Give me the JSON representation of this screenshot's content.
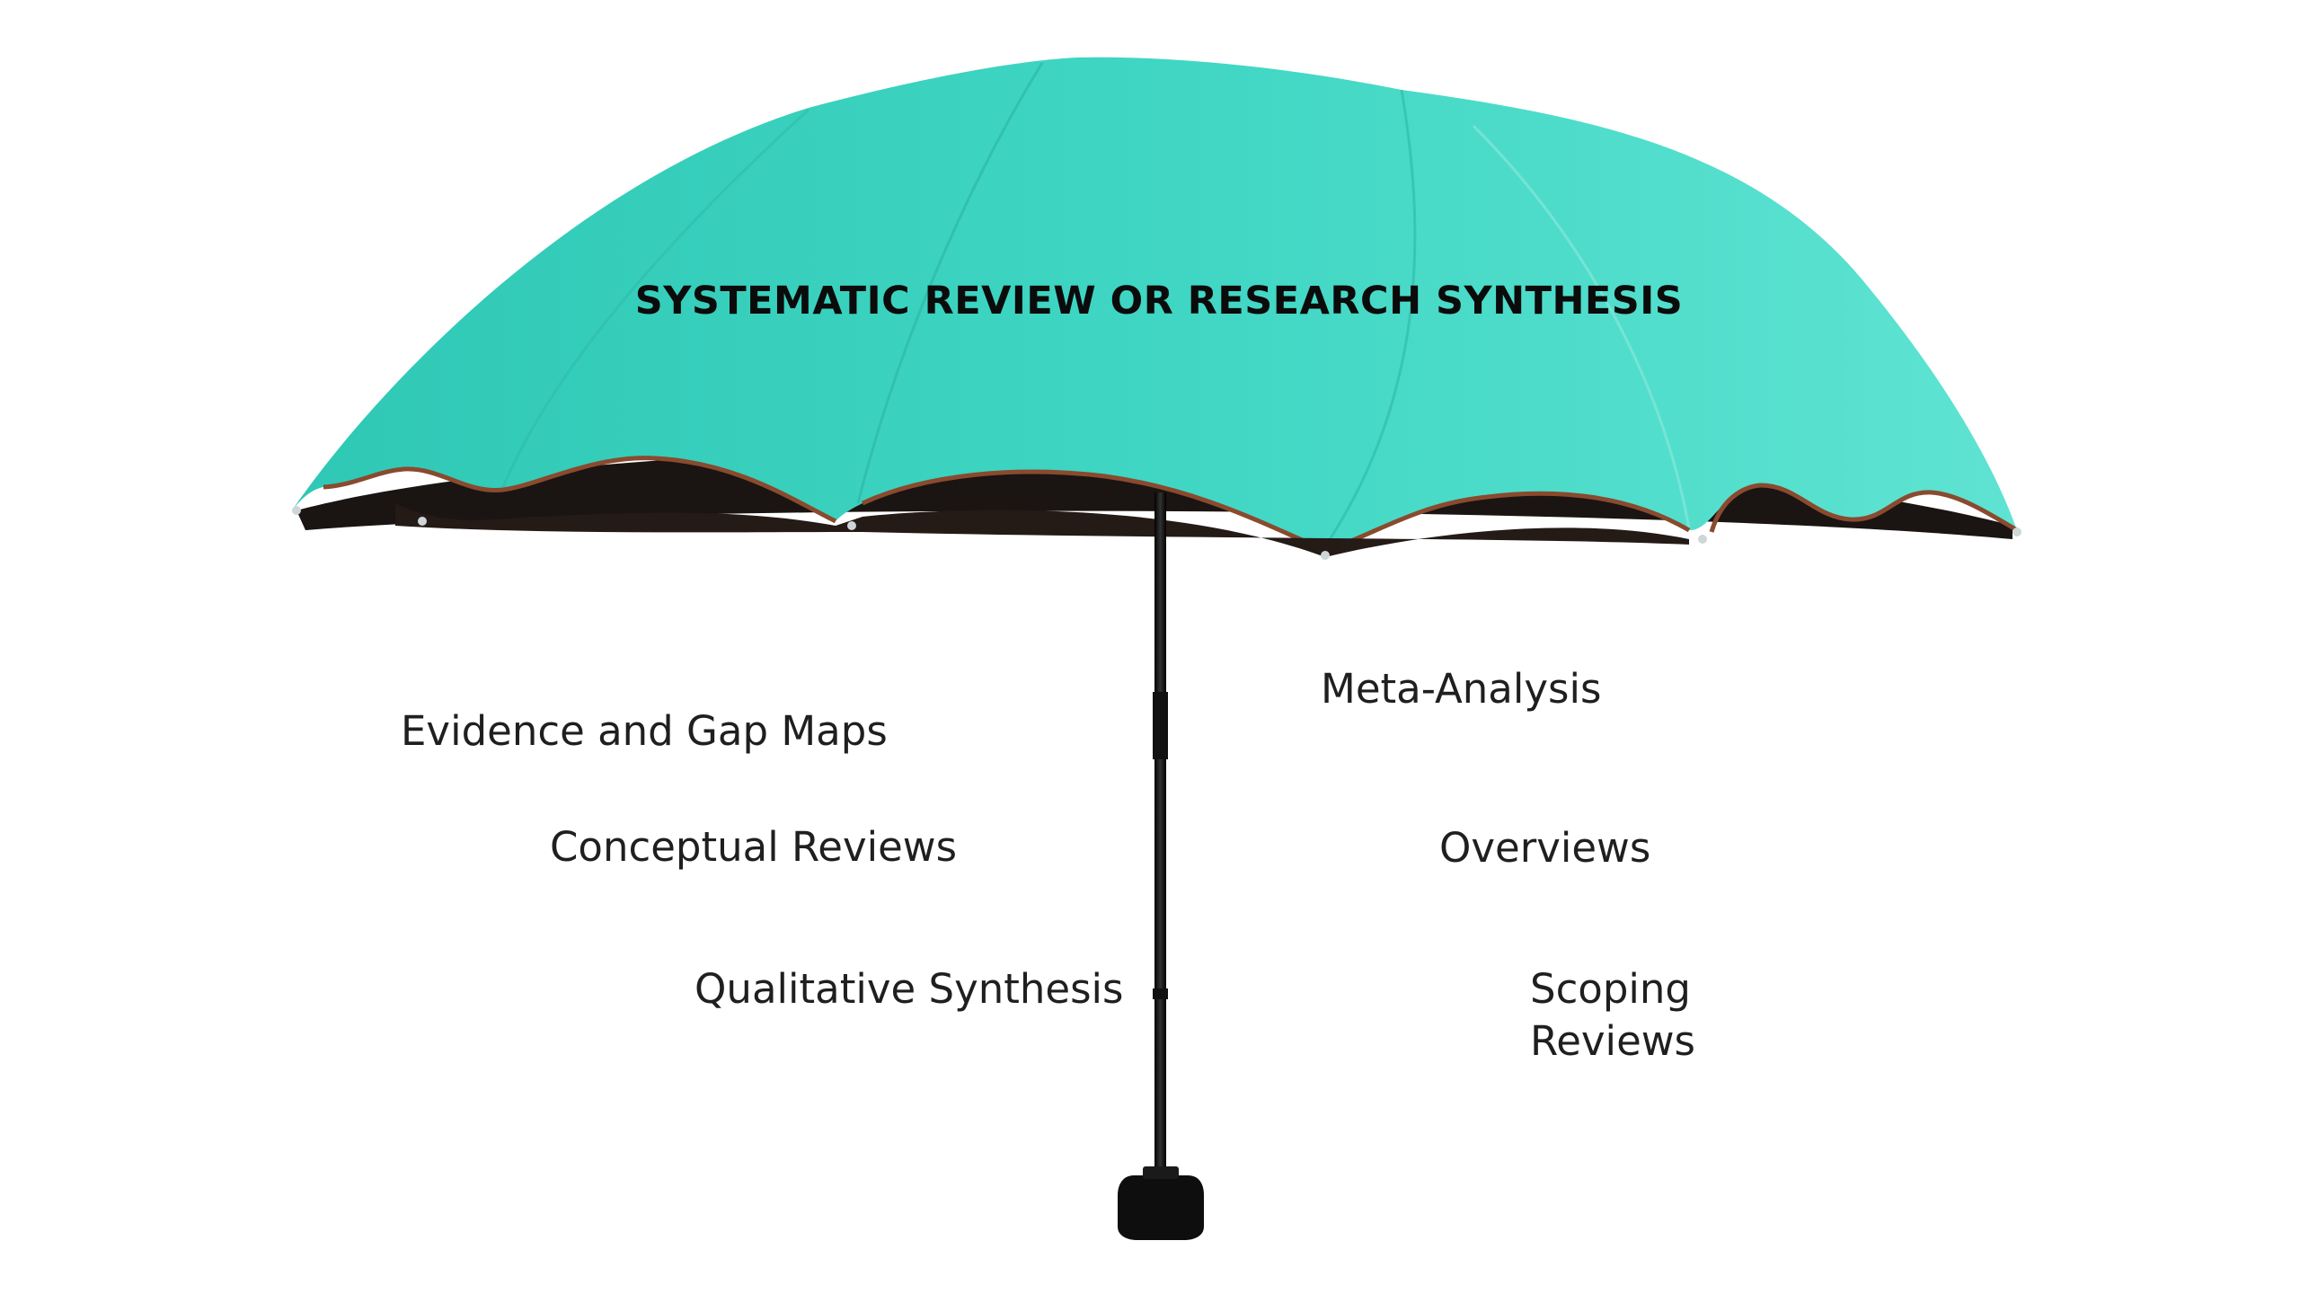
{
  "umbrella": {
    "title": "SYSTEMATIC REVIEW OR RESEARCH SYNTHESIS",
    "canopy_color": "#3fd6c3",
    "canopy_shadow_color": "#2bb9a8",
    "underside_color": "#1a1412",
    "trim_color": "#8a4a2e"
  },
  "labels": {
    "evidence_gap_maps": "Evidence and Gap Maps",
    "conceptual_reviews": "Conceptual Reviews",
    "qualitative_synthesis": "Qualitative Synthesis",
    "meta_analysis": "Meta-Analysis",
    "overviews": "Overviews",
    "scoping_reviews": "Scoping Reviews"
  }
}
